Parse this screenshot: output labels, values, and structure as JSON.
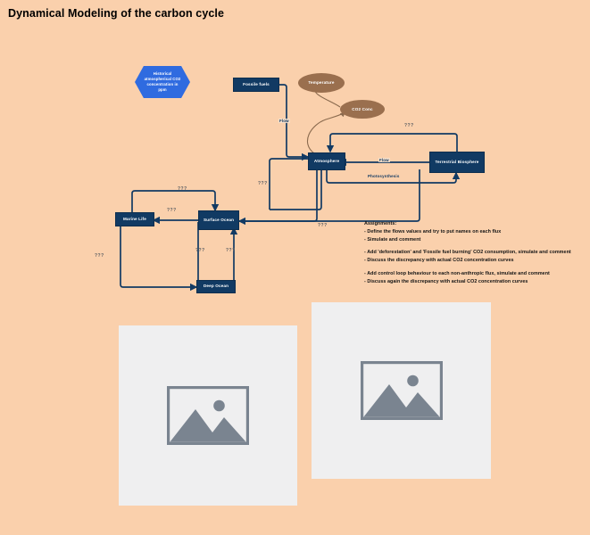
{
  "page": {
    "title": "Dynamical Modeling of the carbon cycle",
    "background_color": "#fad0ac"
  },
  "colors": {
    "node_fill": "#113a63",
    "node_text": "#ffffff",
    "ellipse_fill": "#9a6f4e",
    "hexagon_fill": "#2f6be0",
    "connector": "#123a63",
    "curve_connector": "#8a6a4e",
    "placeholder_bg": "#efeff0",
    "placeholder_icon": "#7a8490",
    "question_label": "#5d5f63"
  },
  "diagram": {
    "nodes": [
      {
        "id": "historical-co2",
        "label": "Historical atmospherical CO2 concentration in ppm",
        "shape": "hexagon"
      },
      {
        "id": "fossile-fuels",
        "label": "Fossile fuels",
        "shape": "rect"
      },
      {
        "id": "temperature",
        "label": "Temperature",
        "shape": "ellipse"
      },
      {
        "id": "co2-conc",
        "label": "CO2 Conc",
        "shape": "ellipse"
      },
      {
        "id": "atmosphere",
        "label": "Atmosphere",
        "shape": "rect"
      },
      {
        "id": "terrestrial-biosphere",
        "label": "Terrestrial Biosphere",
        "shape": "rect"
      },
      {
        "id": "marine-life",
        "label": "Marine Life",
        "shape": "rect"
      },
      {
        "id": "surface-ocean",
        "label": "Surface Ocean",
        "shape": "rect"
      },
      {
        "id": "deep-ocean",
        "label": "Deep Ocean",
        "shape": "rect"
      }
    ],
    "edge_labels": {
      "fossile_flow": "Flow",
      "biosphere_flow": "Flow",
      "photosynthesis": "Photosynthesis"
    },
    "unknown_flux_label": "???",
    "unknown_flux_count": 8
  },
  "assignments": {
    "title": "Assignments:",
    "group1": [
      "- Define the flows values and try to put names on each flux",
      "- Simulate and comment"
    ],
    "group2": [
      "- Add 'deforestation' and 'Fossile fuel burning' CO2 consumption, simulate and comment",
      "- Discuss the discrepancy with actual CO2 concentration curves"
    ],
    "group3": [
      "- Add control loop behaviour to each non-anthropic flux, simulate and comment",
      "- Discuss again the discrepancy with actual CO2 concentration curves"
    ]
  },
  "placeholders": [
    {
      "id": "image-placeholder-left",
      "icon": "broken-image-icon"
    },
    {
      "id": "image-placeholder-right",
      "icon": "broken-image-icon"
    }
  ]
}
